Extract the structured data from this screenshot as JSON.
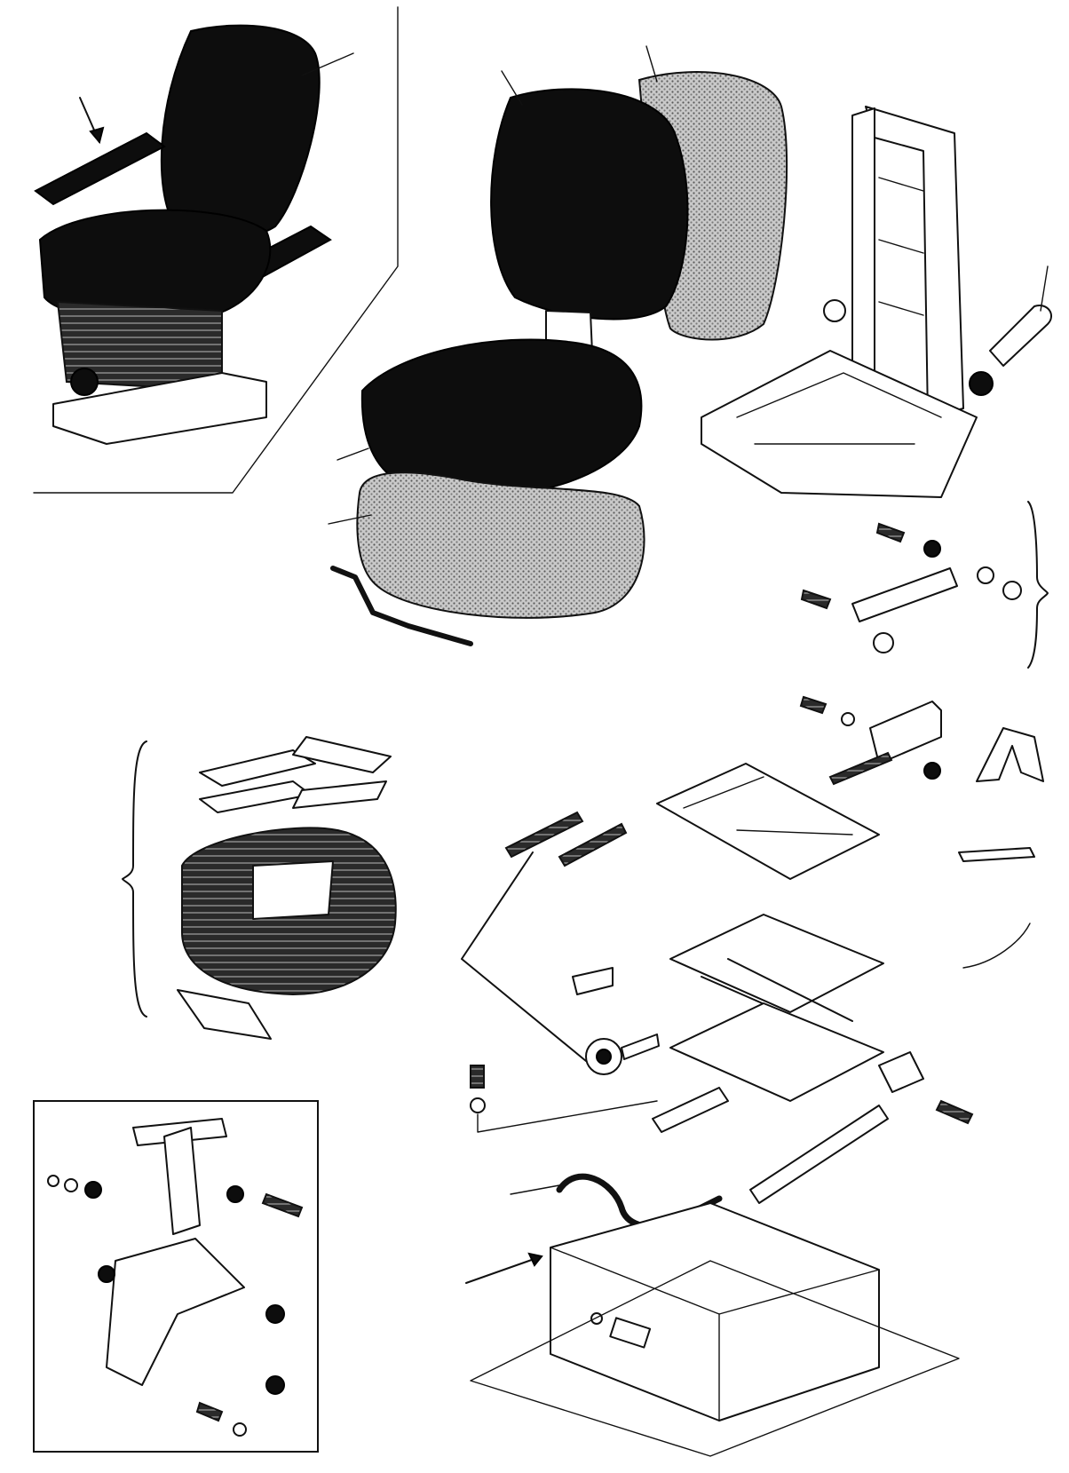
{
  "figure": {
    "code": ""
  },
  "parts": [
    {
      "id": "assembled-seat"
    },
    {
      "id": "backrest-cushion"
    },
    {
      "id": "backrest-cover"
    },
    {
      "id": "seat-frame"
    },
    {
      "id": "adjustment-lever"
    },
    {
      "id": "seat-cushion"
    },
    {
      "id": "seat-cushion-cover"
    },
    {
      "id": "control-rod"
    },
    {
      "id": "gas-spring-kit"
    },
    {
      "id": "bellows-kit"
    },
    {
      "id": "suspension-scissor"
    },
    {
      "id": "slide-rails"
    },
    {
      "id": "tow-handle"
    },
    {
      "id": "seat-base-box"
    },
    {
      "id": "linkage-detail-inset"
    }
  ]
}
